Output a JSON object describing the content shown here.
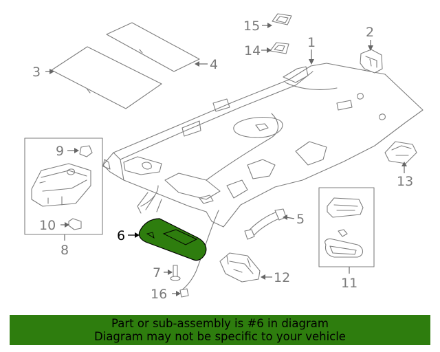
{
  "callouts": {
    "c1": "1",
    "c2": "2",
    "c3": "3",
    "c4": "4",
    "c5": "5",
    "c6": "6",
    "c7": "7",
    "c8": "8",
    "c9": "9",
    "c10": "10",
    "c11": "11",
    "c12": "12",
    "c13": "13",
    "c14": "14",
    "c15": "15",
    "c16": "16"
  },
  "highlight": {
    "part": "6",
    "color": "#2e7d0e"
  },
  "banner": {
    "line1": "Part or sub-assembly is #6 in diagram",
    "line2": "Diagram may not be specific to your vehicle",
    "color": "#2e7d0e"
  }
}
